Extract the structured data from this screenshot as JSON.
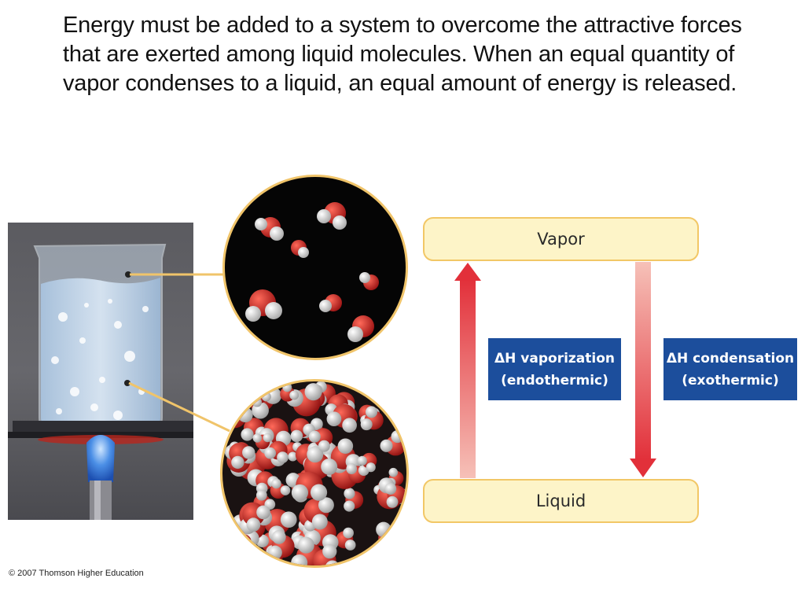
{
  "intro_text": "Energy must be added to a system to overcome the attractive forces that are exerted among liquid molecules. When an equal quantity of vapor condenses to a liquid, an equal amount of energy is released.",
  "diagram": {
    "vapor_label": "Vapor",
    "liquid_label": "Liquid",
    "vaporization": {
      "line1": "ΔH vaporization",
      "line2": "(endothermic)"
    },
    "condensation": {
      "line1": "ΔH condensation",
      "line2": "(exothermic)"
    }
  },
  "credit": "© 2007 Thomson Higher Education",
  "colors": {
    "state_box_fill": "#fdf4c8",
    "state_box_border": "#f2c766",
    "dh_box_fill": "#1c4e9c",
    "arrow_red": "#e2303a",
    "connector": "#f0c46a",
    "oxygen": "#d22a2a",
    "hydrogen": "#f2f2f2"
  },
  "icons": [
    "boiling-beaker-photo",
    "vapor-molecules-view",
    "liquid-molecules-view",
    "up-arrow",
    "down-arrow"
  ]
}
